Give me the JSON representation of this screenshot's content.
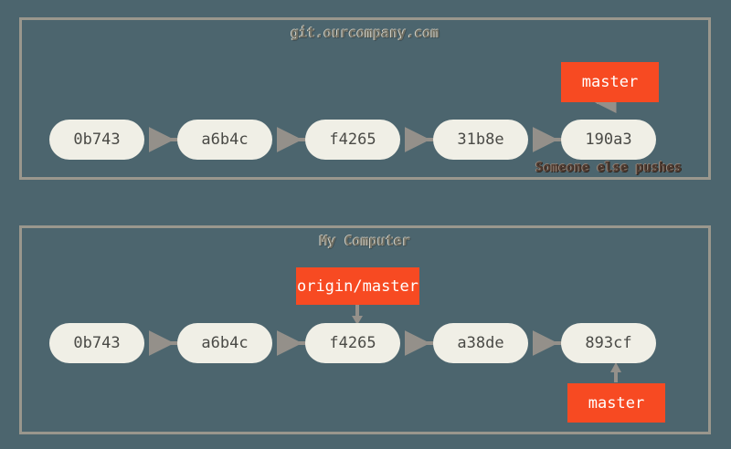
{
  "figure": {
    "accent_color": "#f74a22",
    "node_color": "#f0efe6",
    "background_color": "#4c656e",
    "panel_border_color": "#9a978d",
    "arrow_color": "#94908a"
  },
  "panels": [
    {
      "id": "remote",
      "title": "git.ourcompany.com",
      "caption": "Someone else pushes",
      "commits": [
        {
          "sha": "0b743"
        },
        {
          "sha": "a6b4c"
        },
        {
          "sha": "f4265"
        },
        {
          "sha": "31b8e"
        },
        {
          "sha": "190a3"
        }
      ],
      "labels": [
        {
          "text": "master",
          "points_to": "190a3",
          "direction": "down"
        }
      ]
    },
    {
      "id": "local",
      "title": "My Computer",
      "caption": "",
      "commits": [
        {
          "sha": "0b743"
        },
        {
          "sha": "a6b4c"
        },
        {
          "sha": "f4265"
        },
        {
          "sha": "a38de"
        },
        {
          "sha": "893cf"
        }
      ],
      "labels": [
        {
          "text": "origin/master",
          "points_to": "f4265",
          "direction": "down"
        },
        {
          "text": "master",
          "points_to": "893cf",
          "direction": "up"
        }
      ]
    }
  ]
}
